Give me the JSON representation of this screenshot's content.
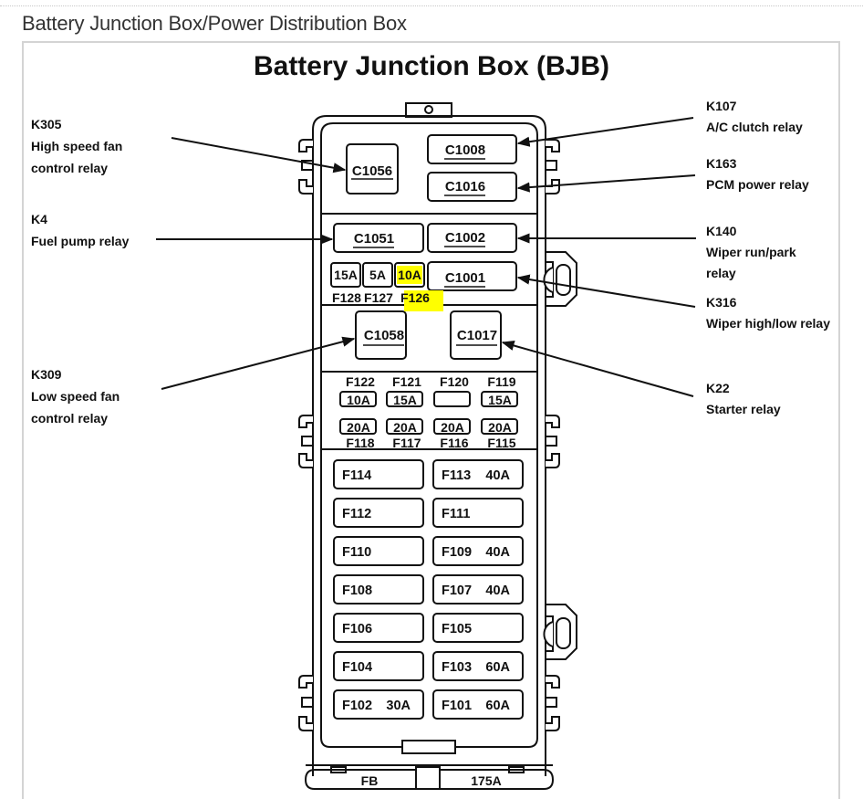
{
  "page": {
    "heading": "Battery Junction Box/Power Distribution Box"
  },
  "diagram": {
    "title": "Battery Junction Box (BJB)",
    "highlight_color": "#ffff00",
    "left_callouts": [
      {
        "code": "K305",
        "lines": [
          "High speed fan",
          "control relay"
        ],
        "target": "C1056"
      },
      {
        "code": "K4",
        "lines": [
          "Fuel pump relay"
        ],
        "target": "C1051"
      },
      {
        "code": "K309",
        "lines": [
          "Low speed fan",
          "control relay"
        ],
        "target": "C1058"
      }
    ],
    "right_callouts": [
      {
        "code": "K107",
        "lines": [
          "A/C clutch relay"
        ],
        "target": "C1008"
      },
      {
        "code": "K163",
        "lines": [
          "PCM power relay"
        ],
        "target": "C1016"
      },
      {
        "code": "K140",
        "lines": [
          "Wiper run/park",
          "relay"
        ],
        "target": "C1002"
      },
      {
        "code": "K316",
        "lines": [
          "Wiper high/low relay"
        ],
        "target": "C1001"
      },
      {
        "code": "K22",
        "lines": [
          "Starter relay"
        ],
        "target": "C1017"
      }
    ],
    "connectors": {
      "c1056": "C1056",
      "c1008": "C1008",
      "c1016": "C1016",
      "c1051": "C1051",
      "c1002": "C1002",
      "c1001": "C1001",
      "c1058": "C1058",
      "c1017": "C1017"
    },
    "mini_fuses_top": [
      {
        "id": "F128",
        "rating": "15A",
        "highlighted": false
      },
      {
        "id": "F127",
        "rating": "5A",
        "highlighted": false
      },
      {
        "id": "F126",
        "rating": "10A",
        "highlighted": true
      }
    ],
    "mini_fuses_row1": [
      {
        "id": "F122",
        "rating": "10A"
      },
      {
        "id": "F121",
        "rating": "15A"
      },
      {
        "id": "F120",
        "rating": ""
      },
      {
        "id": "F119",
        "rating": "15A"
      }
    ],
    "mini_fuses_row2": [
      {
        "id": "F118",
        "rating": "20A"
      },
      {
        "id": "F117",
        "rating": "20A"
      },
      {
        "id": "F116",
        "rating": "20A"
      },
      {
        "id": "F115",
        "rating": "20A"
      }
    ],
    "maxi_fuses": [
      {
        "left": {
          "id": "F114",
          "rating": ""
        },
        "right": {
          "id": "F113",
          "rating": "40A"
        }
      },
      {
        "left": {
          "id": "F112",
          "rating": ""
        },
        "right": {
          "id": "F111",
          "rating": ""
        }
      },
      {
        "left": {
          "id": "F110",
          "rating": ""
        },
        "right": {
          "id": "F109",
          "rating": "40A"
        }
      },
      {
        "left": {
          "id": "F108",
          "rating": ""
        },
        "right": {
          "id": "F107",
          "rating": "40A"
        }
      },
      {
        "left": {
          "id": "F106",
          "rating": ""
        },
        "right": {
          "id": "F105",
          "rating": ""
        }
      },
      {
        "left": {
          "id": "F104",
          "rating": ""
        },
        "right": {
          "id": "F103",
          "rating": "60A"
        }
      },
      {
        "left": {
          "id": "F102",
          "rating": "30A"
        },
        "right": {
          "id": "F101",
          "rating": "60A"
        }
      }
    ],
    "bottom": {
      "left_label": "FB",
      "right_label": "175A"
    }
  }
}
